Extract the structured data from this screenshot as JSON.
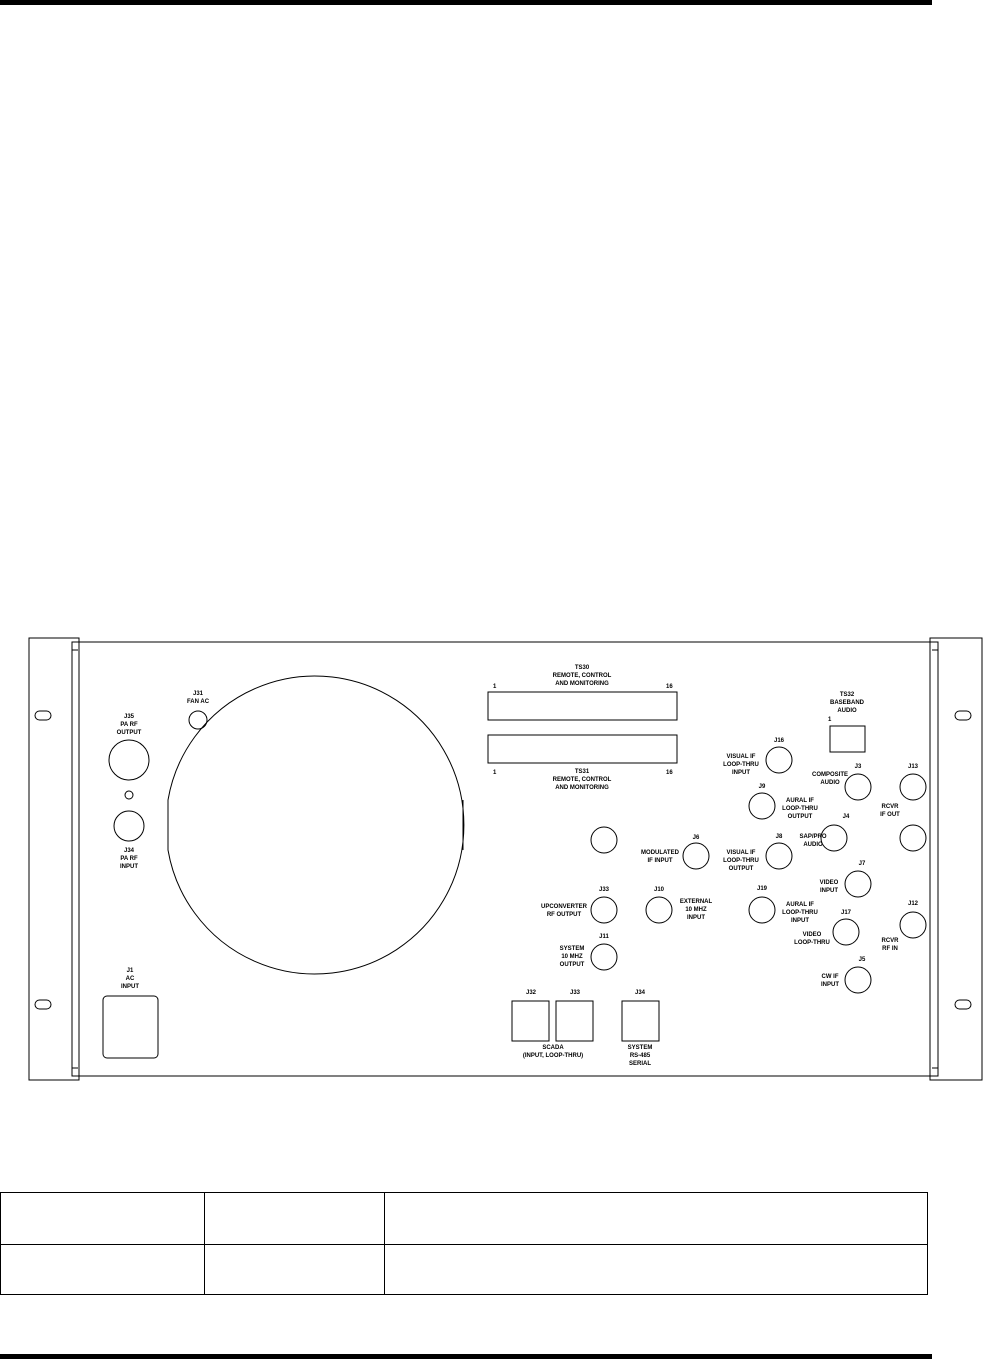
{
  "colors": {
    "ink": "#000000",
    "paper": "#ffffff"
  },
  "labels": {
    "ts30": [
      "TS30",
      "REMOTE, CONTROL",
      "AND MONITORING"
    ],
    "ts31": [
      "TS31",
      "REMOTE, CONTROL",
      "AND MONITORING"
    ],
    "ts30_pin_start": "1",
    "ts30_pin_end": "16",
    "ts31_pin_start": "1",
    "ts31_pin_end": "16",
    "ts32": [
      "TS32",
      "BASEBAND",
      "AUDIO"
    ],
    "ts32_pin": "1",
    "j31": [
      "J31",
      "FAN AC"
    ],
    "j35": [
      "J35",
      "PA RF",
      "OUTPUT"
    ],
    "j34": [
      "J34",
      "PA RF",
      "INPUT"
    ],
    "j1": [
      "J1",
      "AC",
      "INPUT"
    ],
    "j16": [
      "J16",
      "VISUAL IF",
      "LOOP-THRU",
      "INPUT"
    ],
    "j9": [
      "J9",
      "AURAL IF",
      "LOOP-THRU",
      "OUTPUT"
    ],
    "j8": [
      "J8",
      "VISUAL IF",
      "LOOP-THRU",
      "OUTPUT"
    ],
    "j19": [
      "J19",
      "AURAL IF",
      "LOOP-THRU",
      "INPUT"
    ],
    "j6": [
      "J6",
      "MODULATED",
      "IF INPUT"
    ],
    "j33": [
      "J33",
      "UPCONVERTER",
      "RF OUTPUT"
    ],
    "j10": [
      "J10",
      "EXTERNAL",
      "10 MHZ",
      "INPUT"
    ],
    "j11": [
      "J11",
      "SYSTEM",
      "10 MHZ",
      "OUTPUT"
    ],
    "j3": [
      "J3",
      "COMPOSITE",
      "AUDIO"
    ],
    "j13": [
      "J13",
      "RCVR",
      "IF OUT"
    ],
    "j4": [
      "J4",
      "SAP/PRO",
      "AUDIO"
    ],
    "j7": [
      "J7",
      "VIDEO",
      "INPUT"
    ],
    "j17": [
      "J17",
      "VIDEO",
      "LOOP-THRU"
    ],
    "j12": [
      "J12",
      "RCVR",
      "RF IN"
    ],
    "j5": [
      "J5",
      "CW IF",
      "INPUT"
    ],
    "j32": "J32",
    "j33b": "J33",
    "scada": [
      "SCADA",
      "(INPUT, LOOP-THRU)"
    ],
    "j34b": "J34",
    "system_serial": [
      "SYSTEM",
      "RS-485",
      "SERIAL"
    ]
  },
  "table": {
    "rows": [
      [
        "",
        "",
        ""
      ],
      [
        "",
        "",
        ""
      ]
    ]
  }
}
